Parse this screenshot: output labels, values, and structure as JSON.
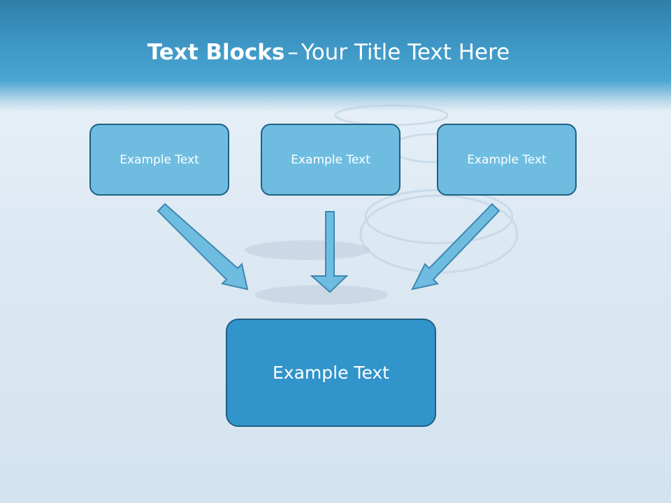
{
  "title": {
    "bold": "Text Blocks",
    "dash": "–",
    "rest": "Your Title Text Here"
  },
  "blocks": [
    {
      "label": "Example Text"
    },
    {
      "label": "Example Text"
    },
    {
      "label": "Example Text"
    }
  ],
  "target_block": {
    "label": "Example Text"
  },
  "colors": {
    "header": "#3c94c2",
    "block_fill": "#6ebde1",
    "target_fill": "#3194cb",
    "border": "#1f5f82",
    "arrow_fill": "#6ebde1"
  }
}
